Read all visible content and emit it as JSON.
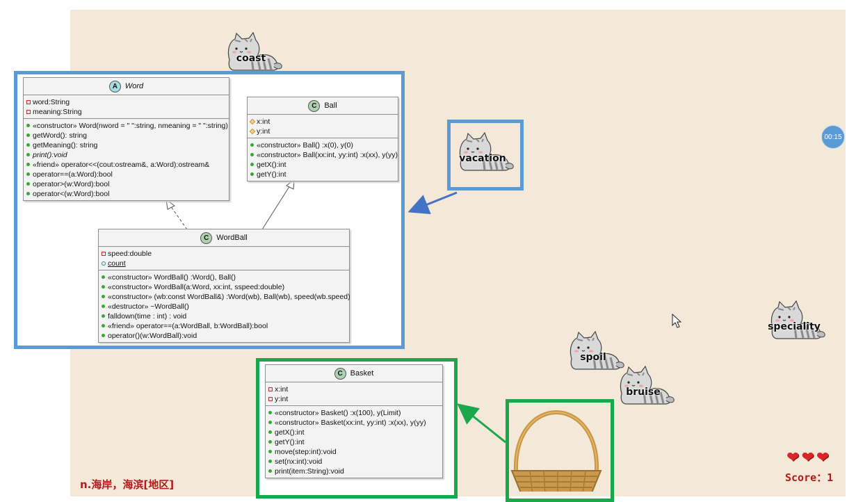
{
  "game": {
    "falling_words": [
      "coast",
      "vacation",
      "speciality",
      "spoil",
      "bruise"
    ],
    "timer": "00:15",
    "meaning": "n.海岸，海滨[地区]",
    "score_label": "Score：",
    "score_value": "1",
    "lives": 3
  },
  "uml_main": {
    "word": {
      "stereotype": "A",
      "name": "Word",
      "attributes": [
        "word:String",
        "meaning:String"
      ],
      "methods": [
        "«constructor» Word(nword = \" \":string, nmeaning = \" \":string)",
        "getWord(): string",
        "getMeaning(): string",
        "print():void",
        "«friend» operator<<(cout:ostream&, a:Word):ostream&",
        "operator==(a:Word):bool",
        "operator>(w:Word):bool",
        "operator<(w:Word):bool"
      ]
    },
    "ball": {
      "stereotype": "C",
      "name": "Ball",
      "attributes": [
        "x:int",
        "y:int"
      ],
      "methods": [
        "«constructor» Ball() :x(0), y(0)",
        "«constructor» Ball(xx:int, yy:int) :x(xx), y(yy)",
        "getX():int",
        "getY():int"
      ]
    },
    "wordball": {
      "stereotype": "C",
      "name": "WordBall",
      "attributes": [
        "speed:double",
        "count"
      ],
      "methods": [
        "«constructor» WordBall() :Word(), Ball()",
        "«constructor» WordBall(a:Word, xx:int, sspeed:double)",
        "«constructor» (wb:const WordBall&) :Word(wb), Ball(wb), speed(wb.speed)",
        "«destructor» ~WordBall()",
        "falldown(time : int) : void",
        "«friend» operator==(a:WordBall, b:WordBall):bool",
        "operator()(w:WordBall):void"
      ]
    }
  },
  "uml_basket": {
    "stereotype": "C",
    "name": "Basket",
    "attributes": [
      "x:int",
      "y:int"
    ],
    "methods": [
      "«constructor» Basket() :x(100), y(Limit)",
      "«constructor» Basket(xx:int, yy:int) :x(xx), y(yy)",
      "getX():int",
      "getY():int",
      "move(step:int):void",
      "set(nx:int):void",
      "print(item:String):void"
    ]
  },
  "colors": {
    "background": "#f4e9d8",
    "blue_frame": "#5b9bd5",
    "green_frame": "#1aa64b",
    "text_red": "#b01b1b",
    "heart": "#d9262a"
  },
  "icons": [
    "cat-sprite-icon",
    "basket-icon",
    "heart-icon",
    "cursor-icon"
  ]
}
